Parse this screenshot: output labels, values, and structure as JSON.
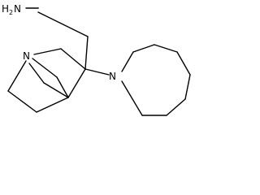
{
  "molecule": {
    "atoms": {
      "amine_n_main": "H",
      "amine_n_sub": "2",
      "amine_n_suffix": "N",
      "bridgehead_n": "N",
      "azocane_n": "N"
    }
  }
}
